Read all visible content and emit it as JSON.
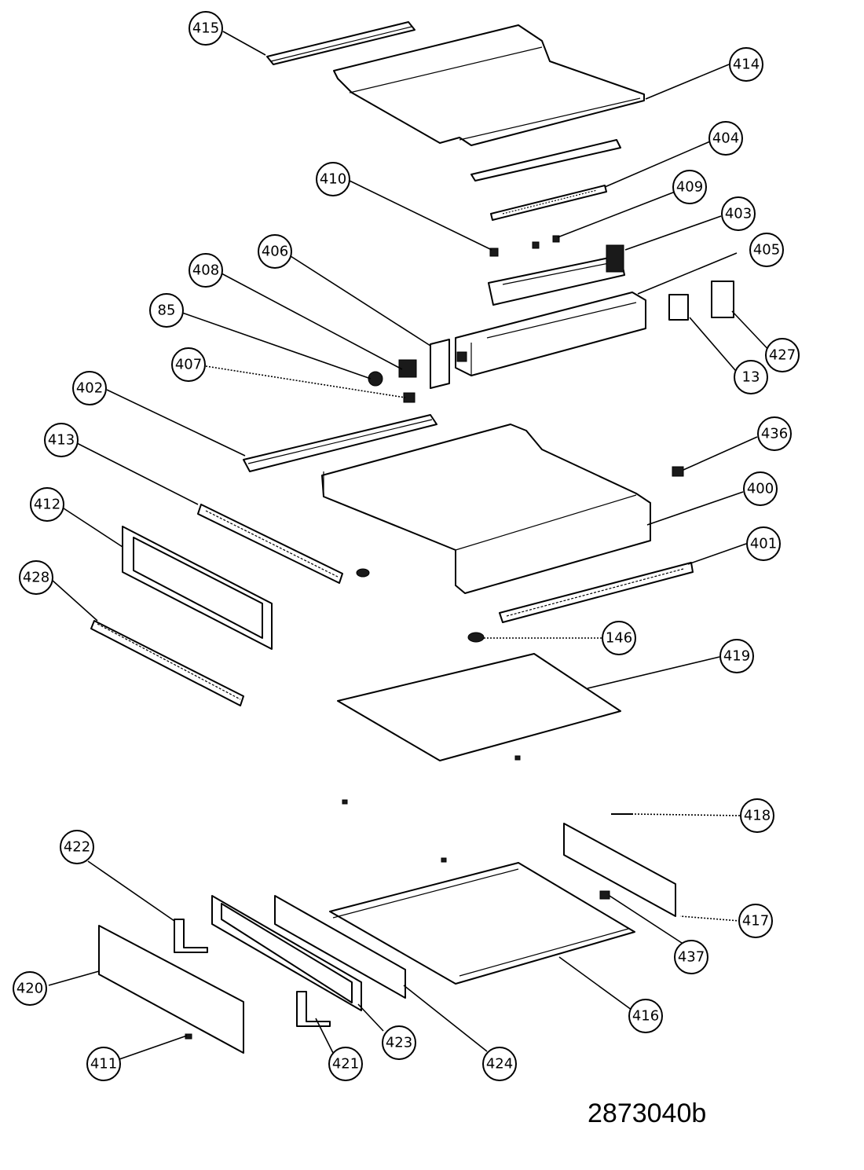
{
  "diagram": {
    "drawing_number": "2873040b",
    "callouts": [
      "415",
      "414",
      "404",
      "410",
      "409",
      "403",
      "406",
      "405",
      "408",
      "85",
      "407",
      "427",
      "13",
      "402",
      "436",
      "413",
      "400",
      "412",
      "401",
      "428",
      "146",
      "419",
      "418",
      "422",
      "417",
      "437",
      "420",
      "416",
      "423",
      "411",
      "421",
      "424"
    ]
  }
}
